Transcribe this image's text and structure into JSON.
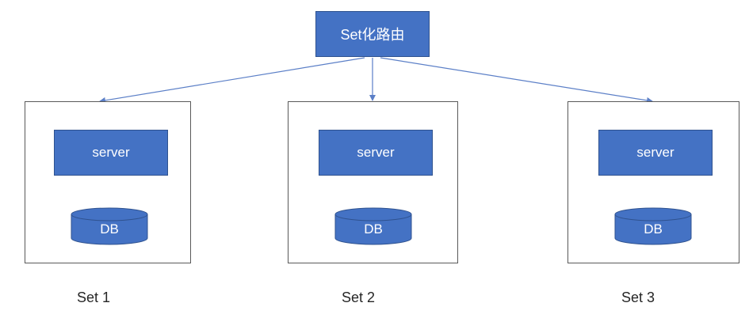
{
  "router": {
    "label": "Set化路由"
  },
  "sets": [
    {
      "label": "Set 1",
      "server_label": "server",
      "db_label": "DB"
    },
    {
      "label": "Set 2",
      "server_label": "server",
      "db_label": "DB"
    },
    {
      "label": "Set 3",
      "server_label": "server",
      "db_label": "DB"
    }
  ],
  "colors": {
    "node_fill": "#4472c4",
    "node_border": "#2f528f",
    "connector": "#5b7fc7",
    "set_border": "#595959"
  }
}
